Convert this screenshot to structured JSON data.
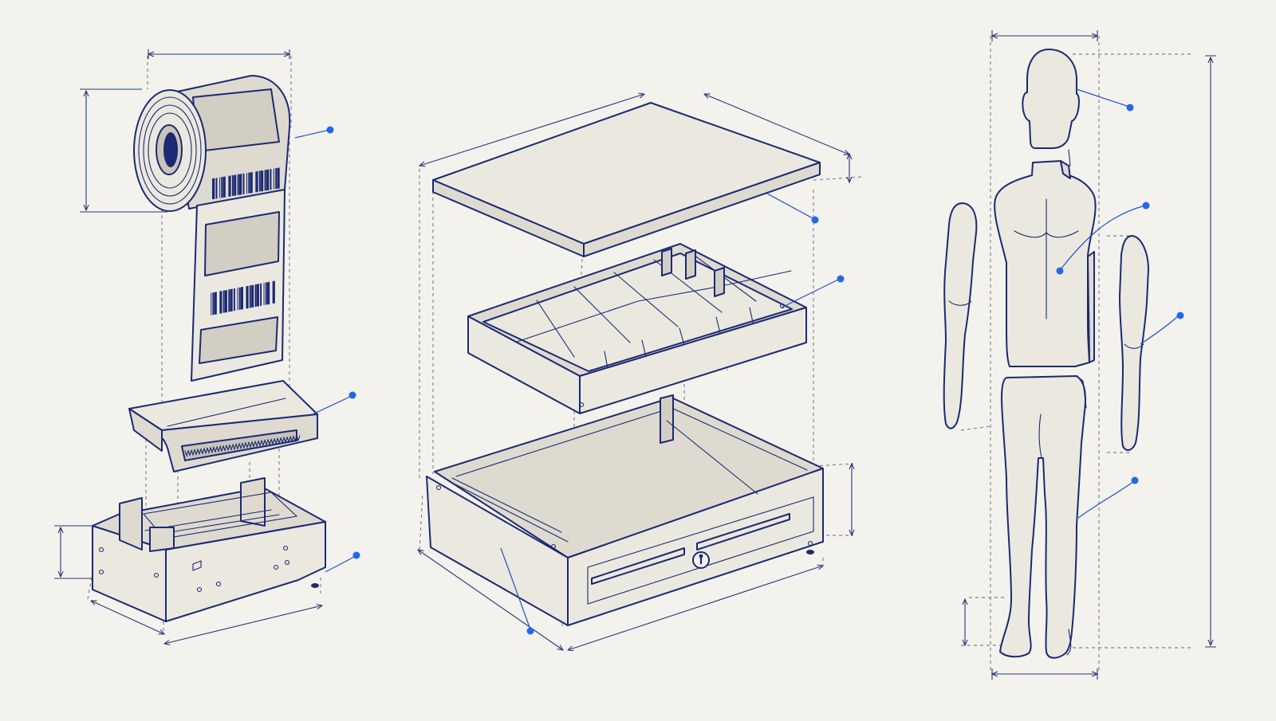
{
  "colors": {
    "background": "#f3f2ec",
    "outline": "#1b2a73",
    "fill_light": "#ebe8df",
    "fill_mid": "#dedad0",
    "fill_dark": "#d2cec3",
    "callout_dot": "#1f6ae6",
    "dimension_line": "#2a3676"
  },
  "assemblies": [
    {
      "id": "label-printer",
      "parts": [
        "label-roll",
        "printer-lid",
        "printer-base"
      ]
    },
    {
      "id": "cash-drawer",
      "parts": [
        "drawer-top-cover",
        "coin-tray",
        "drawer-body"
      ]
    },
    {
      "id": "mannequin",
      "parts": [
        "head",
        "torso",
        "left-arm",
        "right-arm",
        "legs"
      ]
    }
  ]
}
